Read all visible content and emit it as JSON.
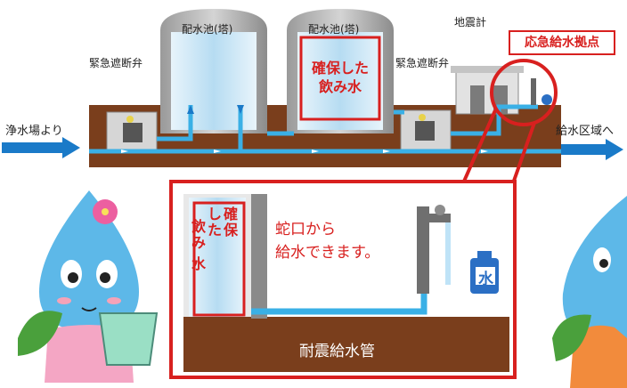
{
  "labels": {
    "tank_left": "配水池(塔)",
    "tank_right": "配水池(塔)",
    "valve_left": "緊急遮断弁",
    "valve_right": "緊急遮断弁",
    "seismometer": "地震計",
    "emergency_point": "応急給水拠点",
    "from_plant": "浄水場より",
    "to_area": "給水区域へ",
    "secured_water_line1": "確保した",
    "secured_water_line2": "飲み水",
    "inset_col1": "確保",
    "inset_col2": "した",
    "inset_col3": "飲み",
    "inset_col4": "水",
    "inset_text_line1": "蛇口から",
    "inset_text_line2": "給水できます。",
    "quake_pipe": "耐震給水管",
    "jug_label": "水"
  },
  "colors": {
    "ground": "#7a3e1c",
    "pipe": "#3ab0e6",
    "accent_red": "#d8201f",
    "tank_blue": "#cfe8f6",
    "concrete": "#b8b8b8",
    "character_blue": "#5db8e8",
    "character_pink": "#f4a6c4",
    "leaf": "#4aa03c"
  }
}
